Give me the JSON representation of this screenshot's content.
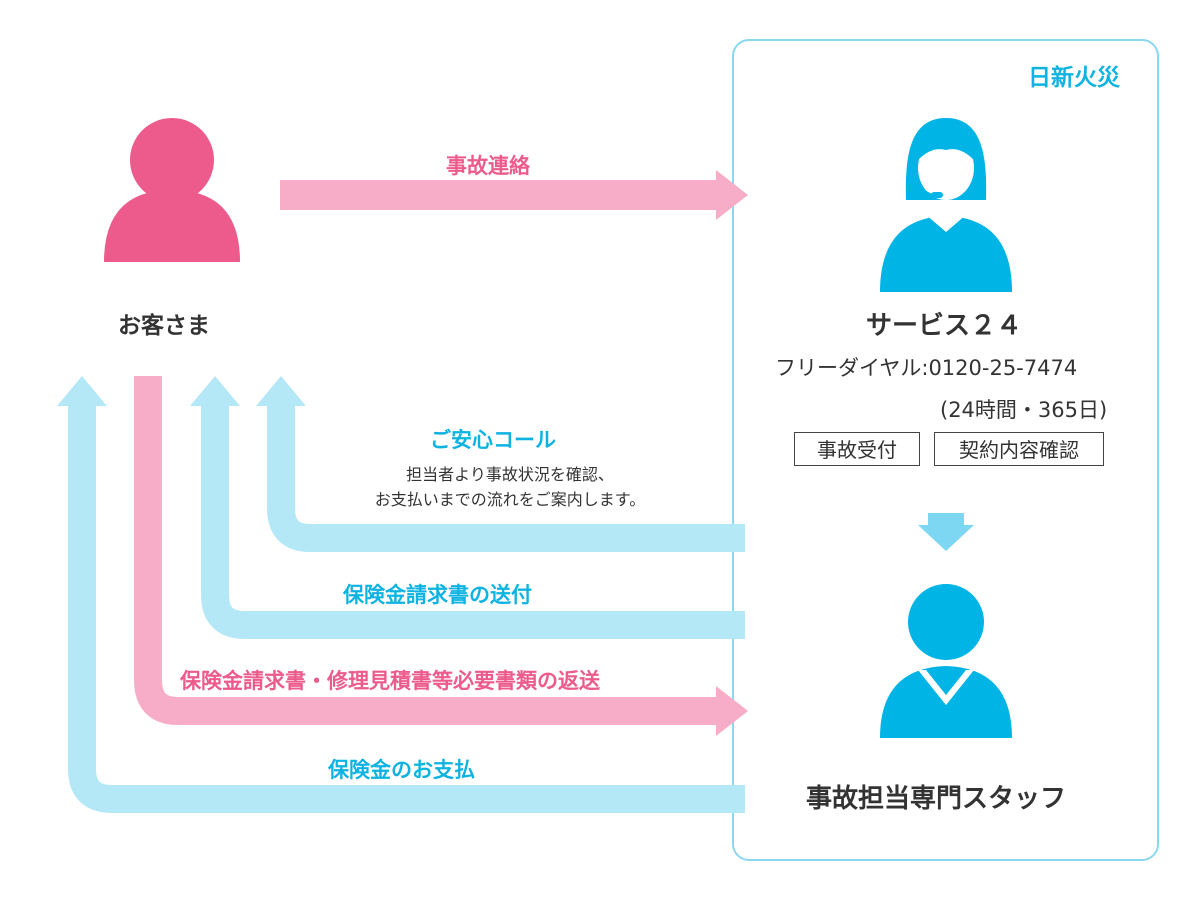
{
  "company": "日新火災",
  "customer": {
    "label": "お客さま"
  },
  "service": {
    "name": "サービス２４",
    "phone": "フリーダイヤル:0120-25-7474",
    "hours": "(24時間・365日)",
    "tags": [
      "事故受付",
      "契約内容確認"
    ]
  },
  "staff": {
    "label": "事故担当専門スタッフ"
  },
  "flows": {
    "accident_report": "事故連絡",
    "reassurance_call": {
      "title": "ご安心コール",
      "desc_line1": "担当者より事故状況を確認、",
      "desc_line2": "お支払いまでの流れをご案内します。"
    },
    "claim_form_sent": "保険金請求書の送付",
    "documents_returned": "保険金請求書・修理見積書等必要書類の返送",
    "payment": "保険金のお支払"
  },
  "colors": {
    "pink_accent": "#ec5b8c",
    "pink_arrow": "#f7adc8",
    "cyan_accent": "#0fb3e2",
    "cyan_arrow": "#b4e8f7",
    "box_border": "#8ad8f0"
  },
  "icons": [
    "customer-person-icon",
    "operator-headset-icon",
    "staff-person-icon",
    "down-arrow-icon"
  ]
}
